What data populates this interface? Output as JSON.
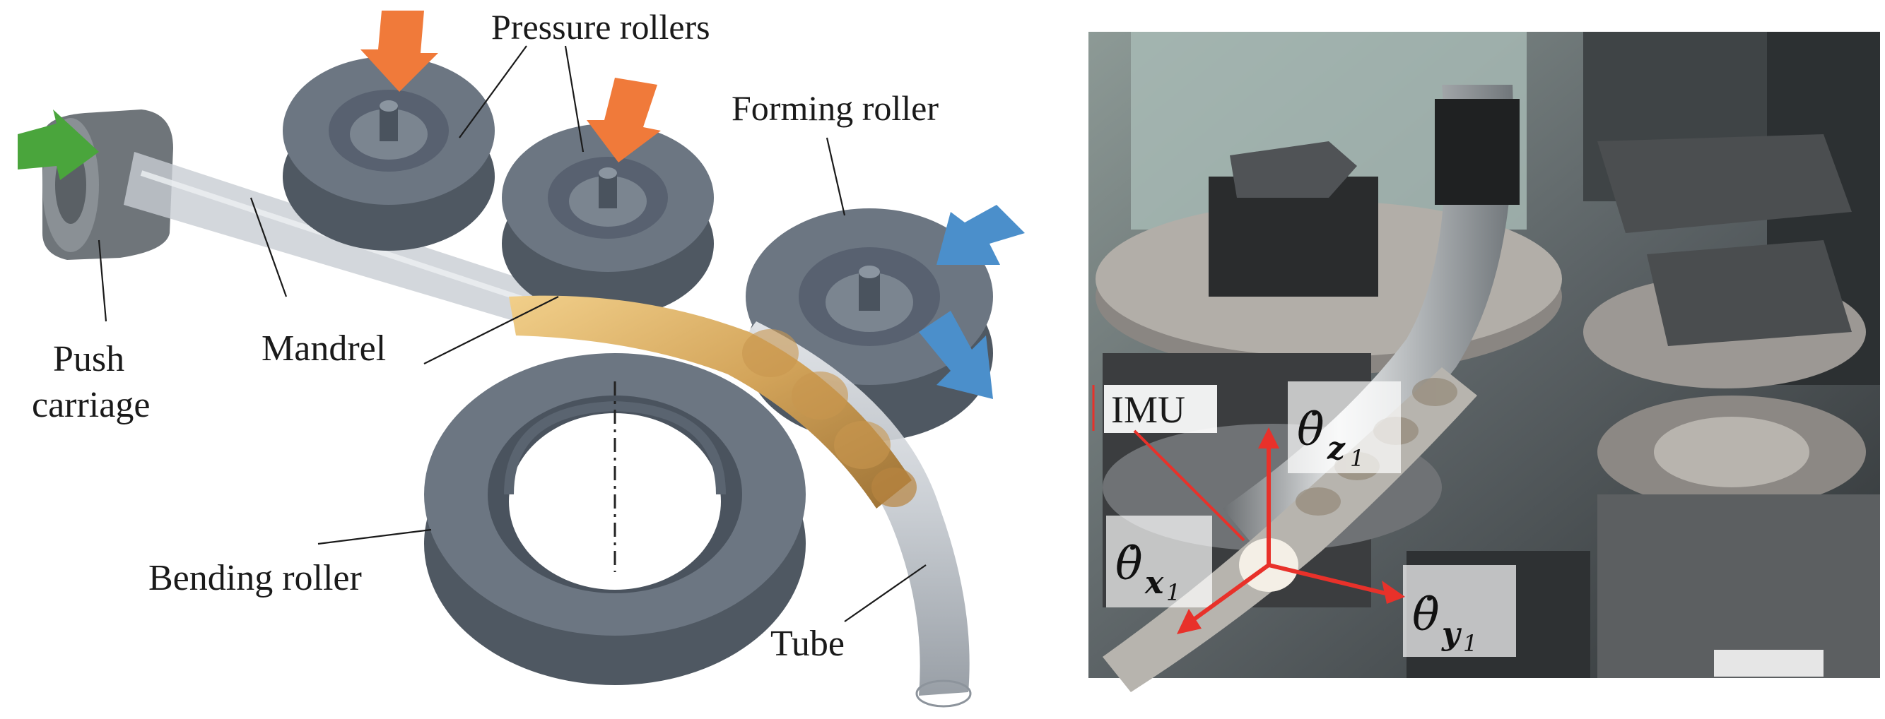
{
  "left_panel": {
    "labels": {
      "pressure_rollers": "Pressure rollers",
      "forming_roller": "Forming roller",
      "push_carriage_line1": "Push",
      "push_carriage_line2": "carriage",
      "mandrel": "Mandrel",
      "bending_roller": "Bending roller",
      "tube": "Tube"
    },
    "arrow_colors": {
      "push": "#4aa53c",
      "pressure": "#f07a3a",
      "forming": "#4b8fcb"
    },
    "roller_color": "#6c7682"
  },
  "right_panel": {
    "labels": {
      "imu": "IMU",
      "theta_symbol": "θ̇",
      "z_sub": "z",
      "x_sub": "x",
      "y_sub": "y",
      "index": "1"
    },
    "axis_color": "#e8312a"
  }
}
